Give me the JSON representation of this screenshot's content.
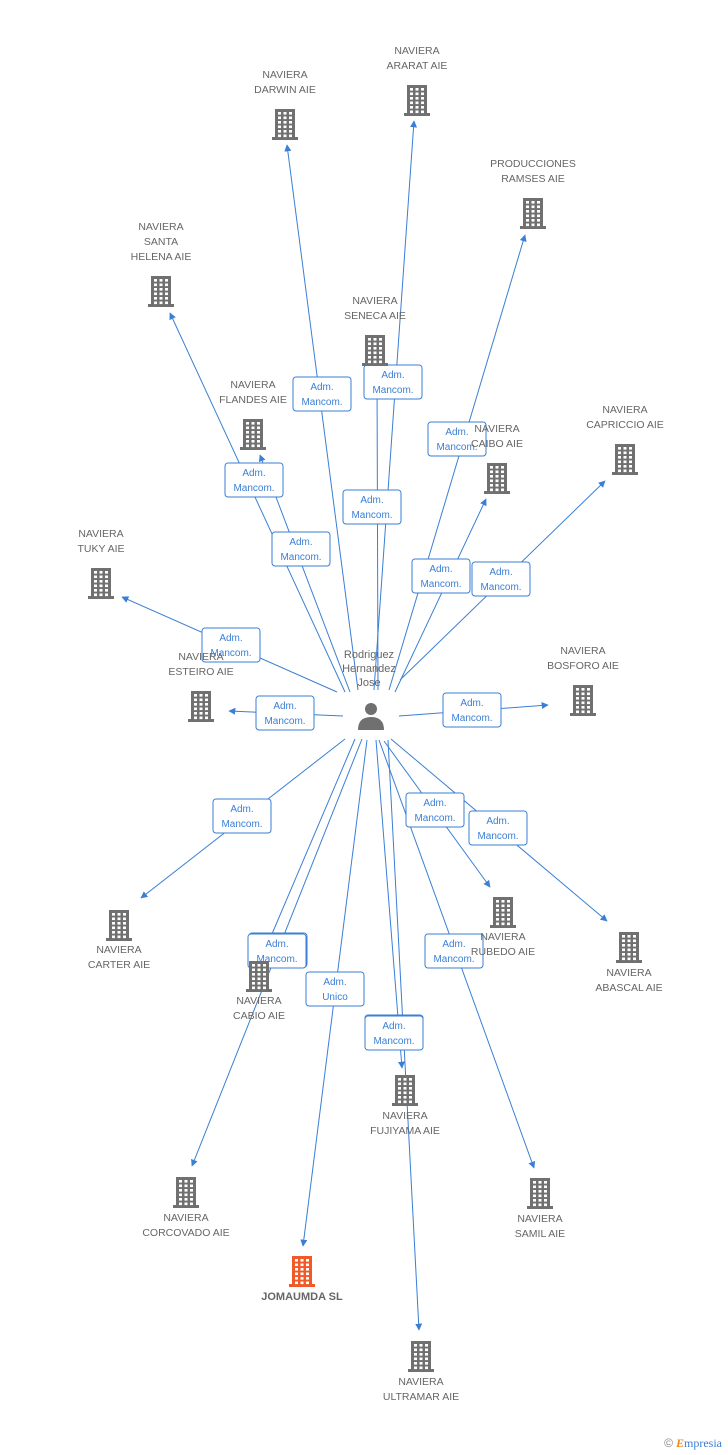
{
  "center": {
    "lines": [
      "Rodriguez",
      "Hernandez",
      "Jose"
    ],
    "icon": "person-icon"
  },
  "colors": {
    "edge": "#3a7fd5",
    "building": "#707070",
    "highlight": "#f05a28"
  },
  "nodes": [
    {
      "id": "darwin",
      "lines": [
        "NAVIERA",
        "DARWIN AIE"
      ]
    },
    {
      "id": "ararat",
      "lines": [
        "NAVIERA",
        "ARARAT AIE"
      ]
    },
    {
      "id": "ramses",
      "lines": [
        "PRODUCCIONES",
        "RAMSES AIE"
      ]
    },
    {
      "id": "santa-helena",
      "lines": [
        "NAVIERA",
        "SANTA",
        "HELENA AIE"
      ]
    },
    {
      "id": "seneca",
      "lines": [
        "NAVIERA",
        "SENECA AIE"
      ]
    },
    {
      "id": "flandes",
      "lines": [
        "NAVIERA",
        "FLANDES AIE"
      ]
    },
    {
      "id": "caibo",
      "lines": [
        "NAVIERA",
        "CAIBO AIE"
      ]
    },
    {
      "id": "capriccio",
      "lines": [
        "NAVIERA",
        "CAPRICCIO AIE"
      ]
    },
    {
      "id": "tuky",
      "lines": [
        "NAVIERA",
        "TUKY AIE"
      ]
    },
    {
      "id": "esteiro",
      "lines": [
        "NAVIERA",
        "ESTEIRO AIE"
      ]
    },
    {
      "id": "bosforo",
      "lines": [
        "NAVIERA",
        "BOSFORO AIE"
      ]
    },
    {
      "id": "carter",
      "lines": [
        "NAVIERA",
        "CARTER AIE"
      ]
    },
    {
      "id": "rubedo",
      "lines": [
        "NAVIERA",
        "RUBEDO AIE"
      ]
    },
    {
      "id": "abascal",
      "lines": [
        "NAVIERA",
        "ABASCAL AIE"
      ]
    },
    {
      "id": "cabio",
      "lines": [
        "NAVIERA",
        "CABIO AIE"
      ]
    },
    {
      "id": "fujiyama",
      "lines": [
        "NAVIERA",
        "FUJIYAMA AIE"
      ]
    },
    {
      "id": "corcovado",
      "lines": [
        "NAVIERA",
        "CORCOVADO AIE"
      ]
    },
    {
      "id": "samil",
      "lines": [
        "NAVIERA",
        "SAMIL AIE"
      ]
    },
    {
      "id": "jomaumda",
      "lines": [
        "JOMAUMDA SL"
      ],
      "highlight": true
    },
    {
      "id": "ultramar",
      "lines": [
        "NAVIERA",
        "ULTRAMAR AIE"
      ]
    }
  ],
  "edges": [
    {
      "to": "darwin",
      "label": [
        "Adm.",
        "Mancom."
      ]
    },
    {
      "to": "ararat",
      "label": [
        "Adm.",
        "Mancom."
      ]
    },
    {
      "to": "ramses",
      "label": [
        "Adm.",
        "Mancom."
      ]
    },
    {
      "to": "santa-helena",
      "label": [
        "Adm.",
        "Mancom."
      ]
    },
    {
      "to": "seneca",
      "label": [
        "Adm.",
        "Mancom."
      ]
    },
    {
      "to": "flandes",
      "label": [
        "Adm.",
        "Mancom."
      ]
    },
    {
      "to": "caibo",
      "label": [
        "Adm.",
        "Mancom."
      ]
    },
    {
      "to": "capriccio",
      "label": [
        "Adm.",
        "Mancom."
      ]
    },
    {
      "to": "tuky",
      "label": [
        "Adm.",
        "Mancom."
      ]
    },
    {
      "to": "esteiro",
      "label": [
        "Adm.",
        "Mancom."
      ]
    },
    {
      "to": "bosforo",
      "label": [
        "Adm.",
        "Mancom."
      ]
    },
    {
      "to": "carter",
      "label": [
        "Adm.",
        "Mancom."
      ]
    },
    {
      "to": "rubedo",
      "label": [
        "Adm.",
        "Mancom."
      ]
    },
    {
      "to": "abascal",
      "label": [
        "Adm.",
        "Mancom."
      ]
    },
    {
      "to": "cabio",
      "label": [
        "Adm.",
        "Mancom."
      ]
    },
    {
      "to": "fujiyama",
      "label": [
        "Adm.",
        "Mancom."
      ]
    },
    {
      "to": "corcovado",
      "label": [
        "Adm.",
        "Mancom."
      ]
    },
    {
      "to": "samil",
      "label": [
        "Adm.",
        "Mancom."
      ]
    },
    {
      "to": "jomaumda",
      "label": [
        "Adm.",
        "Unico"
      ]
    },
    {
      "to": "ultramar",
      "label": [
        "Adm.",
        "Mancom."
      ]
    }
  ],
  "footer": {
    "copyright": "©",
    "brand_initial": "E",
    "brand_rest": "mpresia"
  }
}
